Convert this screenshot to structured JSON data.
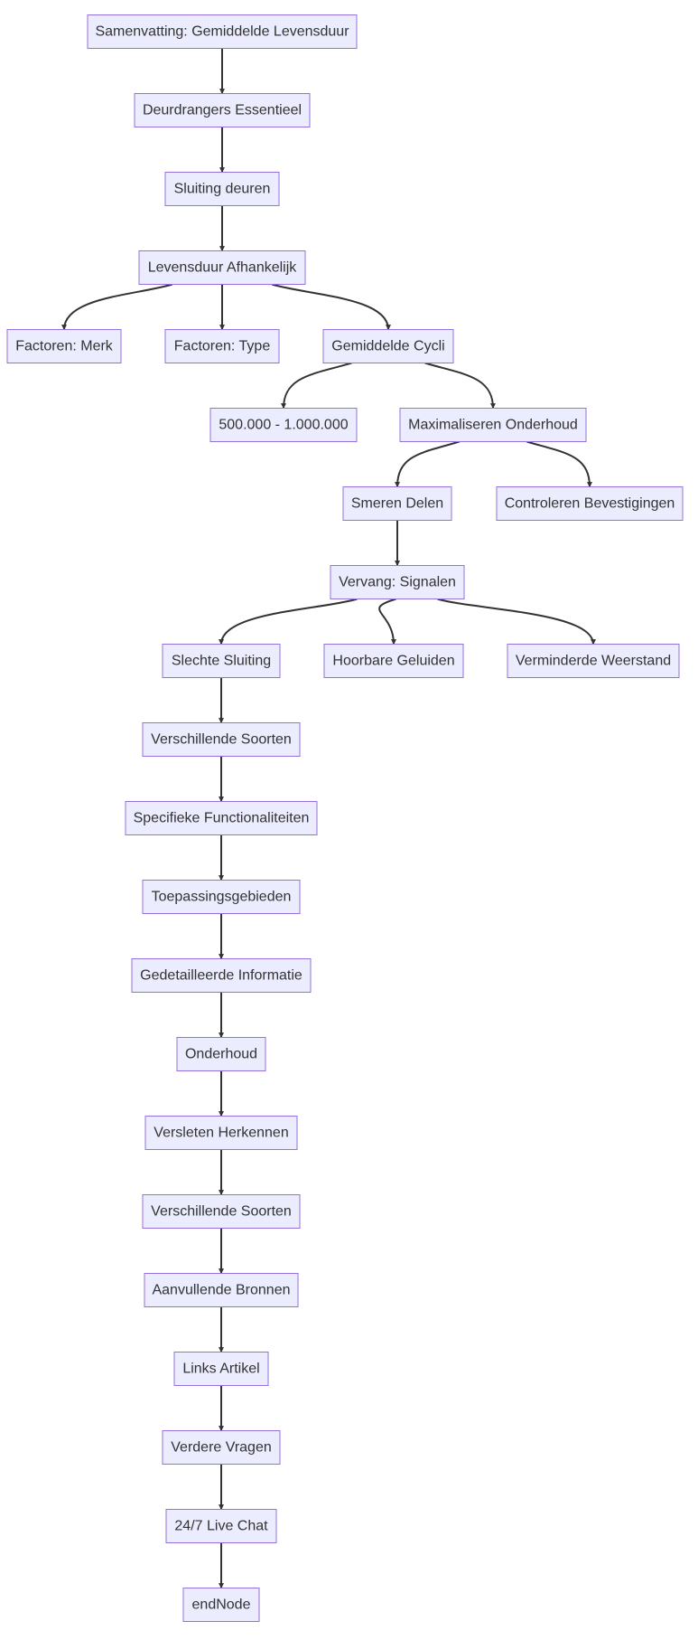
{
  "diagram": {
    "type": "flowchart",
    "direction": "top-down",
    "colors": {
      "node_fill": "#ECECFF",
      "node_border": "#9370DB",
      "text": "#333333",
      "edge": "#333333"
    },
    "nodes": [
      {
        "id": "samenvatting",
        "label": "Samenvatting: Gemiddelde Levensduur"
      },
      {
        "id": "deurdrangers",
        "label": "Deurdrangers Essentieel"
      },
      {
        "id": "sluiting",
        "label": "Sluiting deuren"
      },
      {
        "id": "levensduur",
        "label": "Levensduur Afhankelijk"
      },
      {
        "id": "merk",
        "label": "Factoren: Merk"
      },
      {
        "id": "type",
        "label": "Factoren: Type"
      },
      {
        "id": "cycli",
        "label": "Gemiddelde Cycli"
      },
      {
        "id": "range",
        "label": "500.000 - 1.000.000"
      },
      {
        "id": "onderhoud_max",
        "label": "Maximaliseren Onderhoud"
      },
      {
        "id": "smeren",
        "label": "Smeren Delen"
      },
      {
        "id": "bevestigingen",
        "label": "Controleren Bevestigingen"
      },
      {
        "id": "vervang",
        "label": "Vervang: Signalen"
      },
      {
        "id": "slechte",
        "label": "Slechte Sluiting"
      },
      {
        "id": "hoorbare",
        "label": "Hoorbare Geluiden"
      },
      {
        "id": "weerstand",
        "label": "Verminderde Weerstand"
      },
      {
        "id": "soorten1",
        "label": "Verschillende Soorten"
      },
      {
        "id": "functionaliteiten",
        "label": "Specifieke Functionaliteiten"
      },
      {
        "id": "toepassing",
        "label": "Toepassingsgebieden"
      },
      {
        "id": "gedetailleerd",
        "label": "Gedetailleerde Informatie"
      },
      {
        "id": "onderhoud",
        "label": "Onderhoud"
      },
      {
        "id": "versleten",
        "label": "Versleten Herkennen"
      },
      {
        "id": "soorten2",
        "label": "Verschillende Soorten"
      },
      {
        "id": "bronnen",
        "label": "Aanvullende Bronnen"
      },
      {
        "id": "links",
        "label": "Links Artikel"
      },
      {
        "id": "vragen",
        "label": "Verdere Vragen"
      },
      {
        "id": "chat",
        "label": "24/7 Live Chat"
      },
      {
        "id": "end",
        "label": "endNode"
      }
    ],
    "edges": [
      {
        "from": "samenvatting",
        "to": "deurdrangers"
      },
      {
        "from": "deurdrangers",
        "to": "sluiting"
      },
      {
        "from": "sluiting",
        "to": "levensduur"
      },
      {
        "from": "levensduur",
        "to": "merk"
      },
      {
        "from": "levensduur",
        "to": "type"
      },
      {
        "from": "levensduur",
        "to": "cycli"
      },
      {
        "from": "cycli",
        "to": "range"
      },
      {
        "from": "cycli",
        "to": "onderhoud_max"
      },
      {
        "from": "onderhoud_max",
        "to": "smeren"
      },
      {
        "from": "onderhoud_max",
        "to": "bevestigingen"
      },
      {
        "from": "smeren",
        "to": "vervang"
      },
      {
        "from": "vervang",
        "to": "slechte"
      },
      {
        "from": "vervang",
        "to": "hoorbare"
      },
      {
        "from": "vervang",
        "to": "weerstand"
      },
      {
        "from": "slechte",
        "to": "soorten1"
      },
      {
        "from": "soorten1",
        "to": "functionaliteiten"
      },
      {
        "from": "functionaliteiten",
        "to": "toepassing"
      },
      {
        "from": "toepassing",
        "to": "gedetailleerd"
      },
      {
        "from": "gedetailleerd",
        "to": "onderhoud"
      },
      {
        "from": "onderhoud",
        "to": "versleten"
      },
      {
        "from": "versleten",
        "to": "soorten2"
      },
      {
        "from": "soorten2",
        "to": "bronnen"
      },
      {
        "from": "bronnen",
        "to": "links"
      },
      {
        "from": "links",
        "to": "vragen"
      },
      {
        "from": "vragen",
        "to": "chat"
      },
      {
        "from": "chat",
        "to": "end"
      }
    ]
  }
}
